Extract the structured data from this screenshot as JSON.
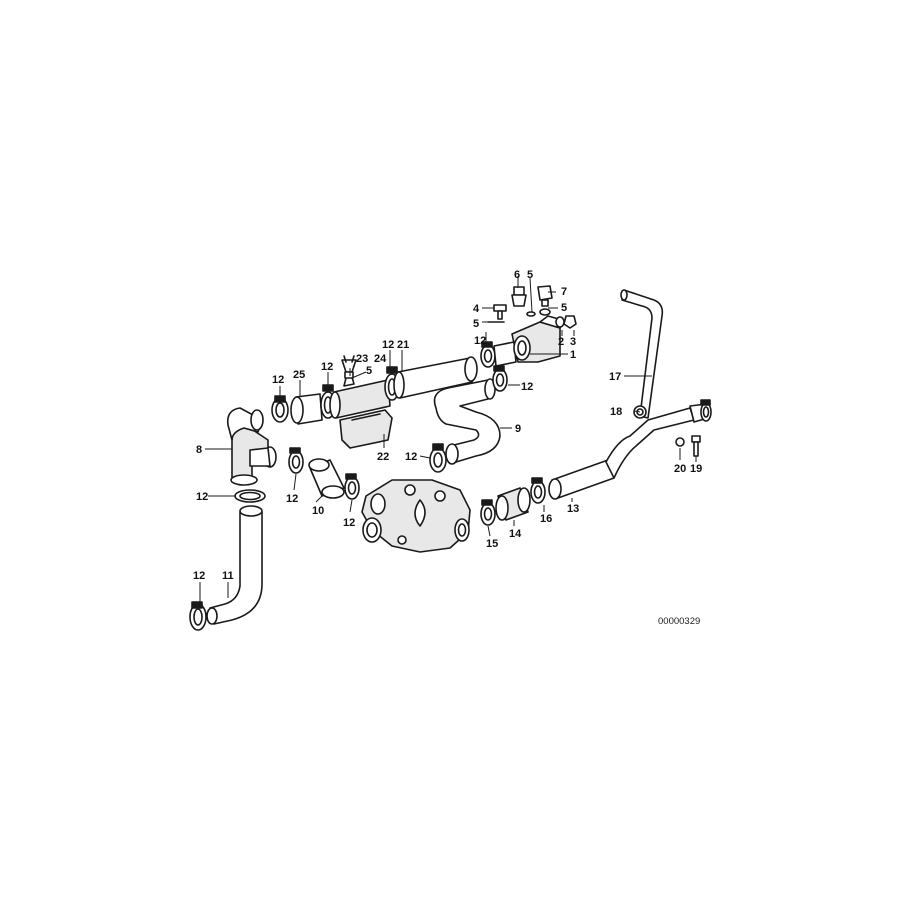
{
  "diagram": {
    "drawing_code": "00000329",
    "callouts": {
      "c1": "1",
      "c2": "2",
      "c3": "3",
      "c4": "4",
      "c5a": "5",
      "c5b": "5",
      "c5c": "5",
      "c5d": "5",
      "c6": "6",
      "c7": "7",
      "c8": "8",
      "c9": "9",
      "c10": "10",
      "c11": "11",
      "c12a": "12",
      "c12b": "12",
      "c12c": "12",
      "c12d": "12",
      "c12e": "12",
      "c12f": "12",
      "c12g": "12",
      "c12h": "12",
      "c12i": "12",
      "c12j": "12",
      "c13": "13",
      "c14": "14",
      "c15": "15",
      "c16": "16",
      "c17": "17",
      "c18": "18",
      "c19": "19",
      "c20": "20",
      "c21": "21",
      "c22": "22",
      "c23": "23",
      "c24": "24",
      "c25": "25"
    }
  }
}
